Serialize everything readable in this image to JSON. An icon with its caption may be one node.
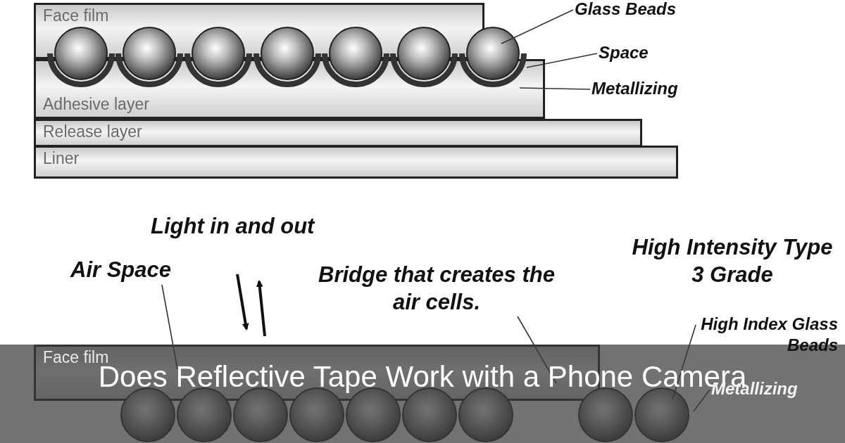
{
  "diagram": {
    "title": "Does Reflective Tape Work with a Phone Camera",
    "nodes": [
      {
        "text": [
          "Face film"
        ]
      },
      {
        "text": [
          "Adhesive layer"
        ]
      },
      {
        "text": [
          "Release layer"
        ]
      },
      {
        "text": [
          "Liner"
        ]
      },
      {
        "text": [
          "Glass Beads"
        ]
      },
      {
        "text": [
          "Space"
        ]
      },
      {
        "text": [
          "Metallizing"
        ]
      },
      {
        "text": [
          "Face film"
        ]
      },
      {
        "text": [
          "Air Space"
        ]
      },
      {
        "text": [
          "Bridge that creates the air cells."
        ]
      },
      {
        "text": [
          "High Index Glass Beads"
        ]
      },
      {
        "text": [
          "Metallizing"
        ]
      }
    ],
    "edges": [
      {
        "from": 4,
        "to": null,
        "arrow": "none"
      },
      {
        "from": 5,
        "to": 1,
        "arrow": "none"
      },
      {
        "from": 6,
        "to": 1,
        "arrow": "none"
      },
      {
        "from": 8,
        "to": 7,
        "arrow": "none"
      },
      {
        "from": 9,
        "to": 7,
        "arrow": "none"
      },
      {
        "from": 10,
        "to": 7,
        "arrow": "none"
      },
      {
        "from": 11,
        "to": 7,
        "arrow": "none"
      }
    ],
    "labels": [
      "Light in and out",
      "High Intensity Type 3 Grade"
    ]
  }
}
